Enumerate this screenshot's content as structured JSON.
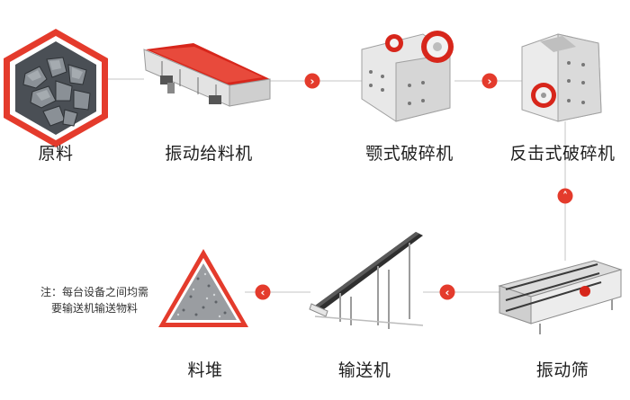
{
  "steps": [
    {
      "id": "raw-material",
      "label": "原料",
      "icon": "rock-pile-icon"
    },
    {
      "id": "vibrating-feeder",
      "label": "振动给料机",
      "icon": "feeder-icon"
    },
    {
      "id": "jaw-crusher",
      "label": "颚式破碎机",
      "icon": "jaw-crusher-icon"
    },
    {
      "id": "impact-crusher",
      "label": "反击式破碎机",
      "icon": "impact-crusher-icon"
    },
    {
      "id": "vibrating-screen",
      "label": "振动筛",
      "icon": "screen-icon"
    },
    {
      "id": "conveyor",
      "label": "输送机",
      "icon": "conveyor-icon"
    },
    {
      "id": "stockpile",
      "label": "料堆",
      "icon": "stockpile-icon"
    }
  ],
  "note": {
    "line1": "注：每台设备之间均需",
    "line2": "要输送机输送物料"
  },
  "arrows": [
    {
      "direction": "right",
      "glyph": "›"
    },
    {
      "direction": "right",
      "glyph": "›"
    },
    {
      "direction": "up",
      "glyph": "˄"
    },
    {
      "direction": "left",
      "glyph": "‹"
    },
    {
      "direction": "left",
      "glyph": "‹"
    }
  ],
  "colors": {
    "accent": "#e43b2c",
    "line": "#d9d9d9",
    "machine": "#e6e6e6",
    "machine_accent": "#d7261b"
  }
}
